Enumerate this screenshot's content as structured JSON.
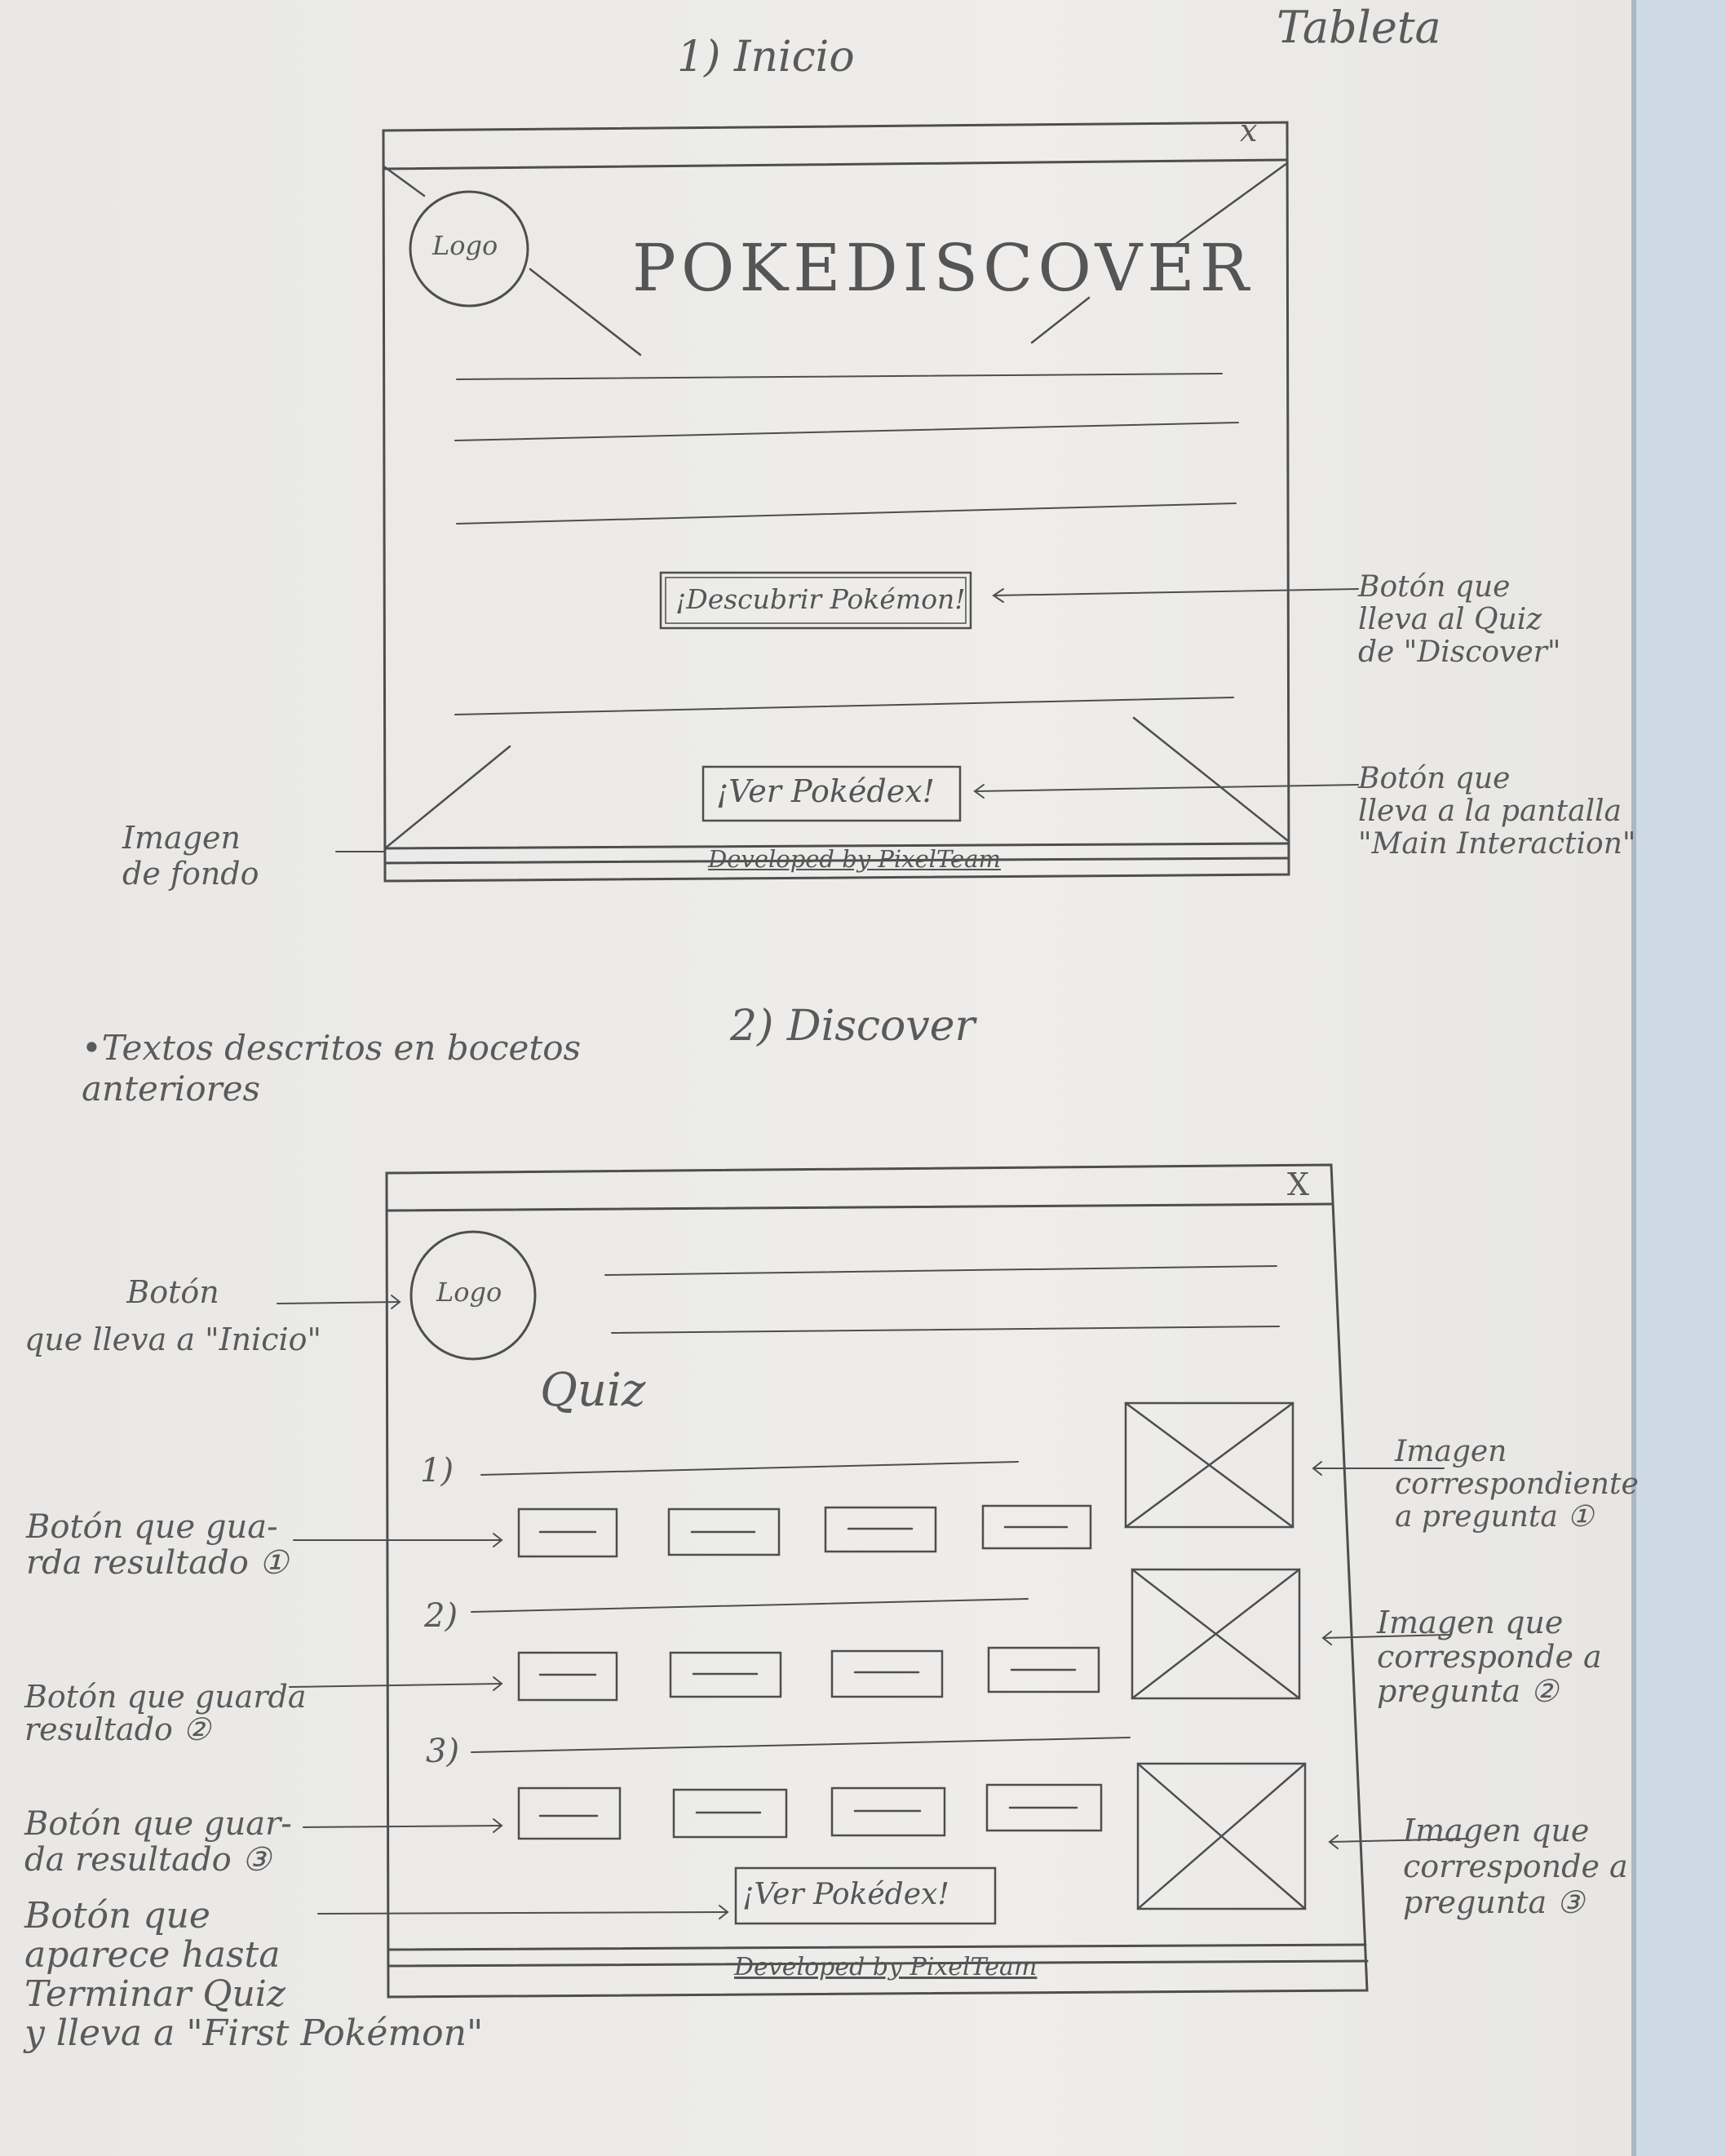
{
  "page": {
    "label_tablet": "Tableta",
    "bullet_note": "•Textos descritos en bocetos\nanteriores"
  },
  "screen1": {
    "heading": "1) Inicio",
    "close": "x",
    "logo": "Logo",
    "app_title": "POKEDISCOVER",
    "button_discover": "¡Descubrir Pokémon!",
    "button_pokedex": "¡Ver Pokédex!",
    "footer": "Developed by PixelTeam",
    "notes": {
      "discover": "Botón que\nlleva al Quiz\nde \"Discover\"",
      "pokedex": "Botón que\nlleva a la pantalla\n\"Main Interaction\"",
      "background": "Imagen\nde fondo"
    }
  },
  "screen2": {
    "heading": "2) Discover",
    "close": "X",
    "logo": "Logo",
    "quiz_title": "Quiz",
    "questions": [
      {
        "number": "1)"
      },
      {
        "number": "2)"
      },
      {
        "number": "3)"
      }
    ],
    "button_pokedex": "¡Ver Pokédex!",
    "footer": "Developed by PixelTeam",
    "notes": {
      "home": "Botón\nque lleva a \"Inicio\"",
      "save1": "Botón que gua-\nrda resultado ①",
      "save2": "Botón que guarda\nresultado ②",
      "save3": "Botón que guar-\nda resultado ③",
      "finish": "Botón que\naparece hasta\nTerminar Quiz\ny lleva a \"First Pokémon\"",
      "img1": "Imagen\ncorrespondiente\na pregunta ①",
      "img2": "Imagen que\ncorresponde a\npregunta ②",
      "img3": "Imagen que\ncorresponde a\npregunta ③"
    }
  }
}
